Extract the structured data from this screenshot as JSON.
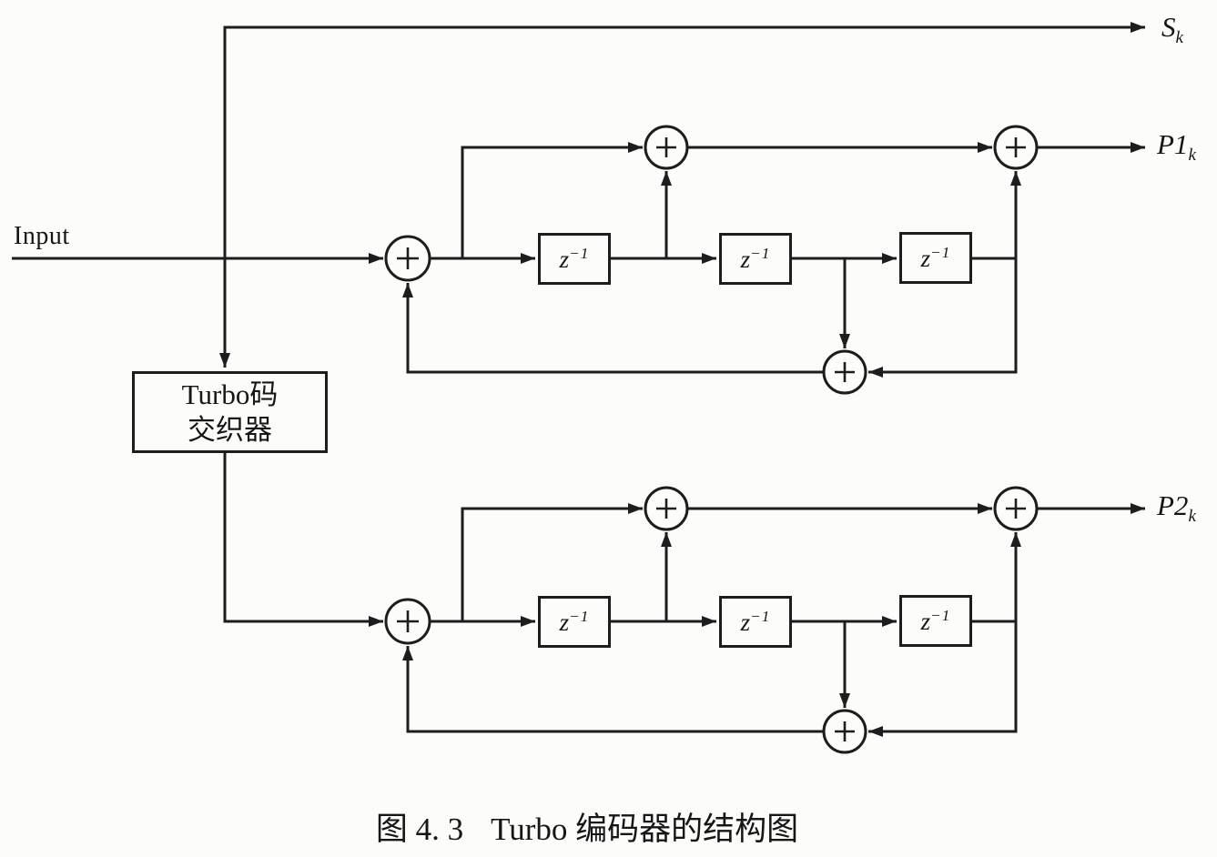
{
  "page": {
    "background_color": "#fcfcfa",
    "ink_color": "#1d1d1d"
  },
  "diagram": {
    "input_label": "Input",
    "interleaver_box": {
      "line1": "Turbo码",
      "line2": "交织器"
    },
    "delay_element": {
      "base": "z",
      "sup": "−1"
    },
    "outputs": {
      "systematic": {
        "base": "S",
        "sub": "k"
      },
      "parity1": {
        "base": "P1",
        "sub": "k"
      },
      "parity2": {
        "base": "P2",
        "sub": "k"
      }
    },
    "icons": {
      "adder": "plus-in-circle",
      "arrowhead": "filled-triangle"
    },
    "caption": {
      "figure_number": "图 4. 3",
      "title": "Turbo 编码器的结构图"
    }
  }
}
